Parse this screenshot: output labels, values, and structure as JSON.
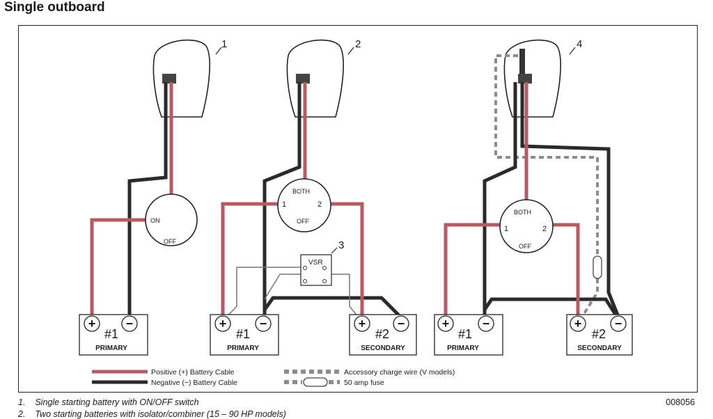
{
  "title": "Single outboard",
  "figure_code": "008056",
  "colors": {
    "positive": "#b85a60",
    "negative": "#2a2a2a",
    "accessory": "#8c8c8c"
  },
  "callouts": {
    "c1": "1",
    "c2": "2",
    "c3": "3",
    "c4": "4"
  },
  "switch1": {
    "on": "ON",
    "off": "OFF"
  },
  "switch2": {
    "both": "BOTH",
    "pos1": "1",
    "pos2": "2",
    "off": "OFF"
  },
  "switch4": {
    "both": "BOTH",
    "pos1": "1",
    "pos2": "2",
    "off": "OFF"
  },
  "vsr": {
    "label": "VSR"
  },
  "batteries": {
    "b1": {
      "plus": "+",
      "num": "#1",
      "minus": "−",
      "name": "PRIMARY"
    },
    "b2": {
      "plus": "+",
      "num": "#1",
      "minus": "−",
      "name": "PRIMARY"
    },
    "b3": {
      "plus": "+",
      "num": "#2",
      "minus": "−",
      "name": "SECONDARY"
    },
    "b4": {
      "plus": "+",
      "num": "#1",
      "minus": "−",
      "name": "PRIMARY"
    },
    "b5": {
      "plus": "+",
      "num": "#2",
      "minus": "−",
      "name": "SECONDARY"
    }
  },
  "legend": {
    "positive": "Positive (+) Battery Cable",
    "negative": "Negative (−) Battery Cable",
    "accessory": "Accessory charge wire (V models)",
    "fuse": "50 amp fuse"
  },
  "footnotes": [
    {
      "num": "1.",
      "text": "Single starting battery with ON/OFF switch"
    },
    {
      "num": "2.",
      "text": "Two starting batteries with isolator/combiner (15 – 90 HP models)"
    }
  ]
}
